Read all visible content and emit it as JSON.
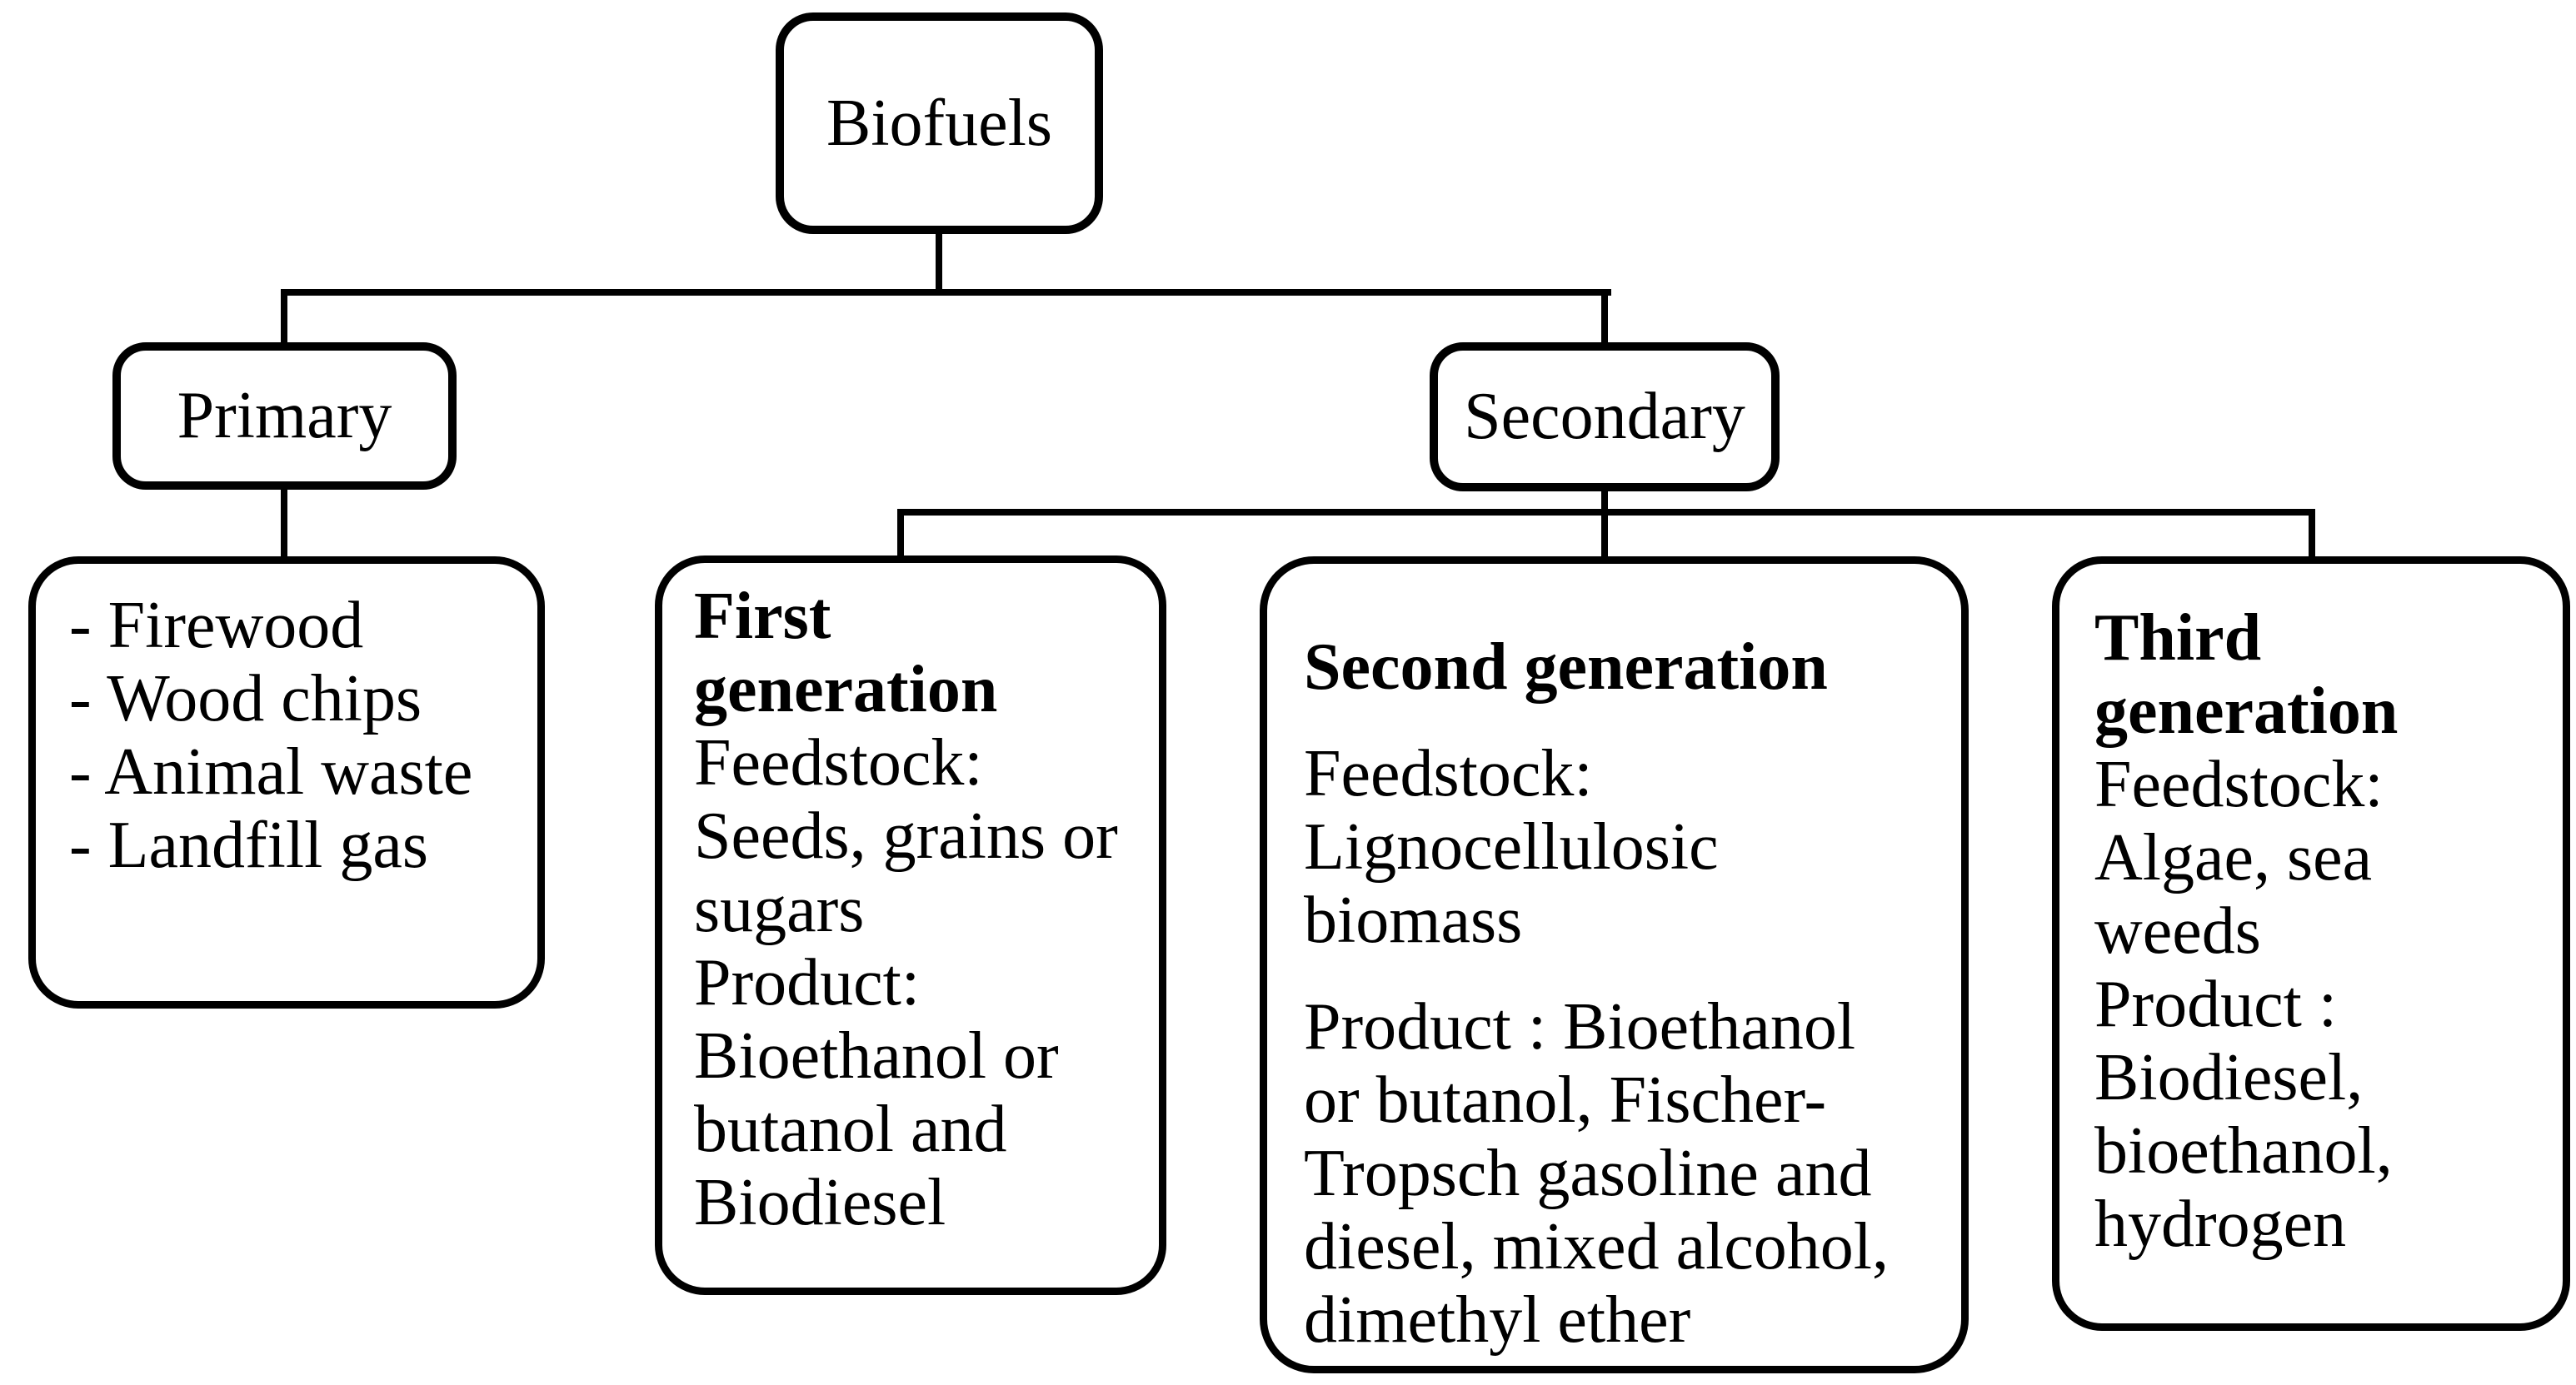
{
  "figure": {
    "background_color": "#ffffff",
    "line_color": "#000000"
  },
  "nodes": {
    "root": {
      "label": "Biofuels"
    },
    "primary": {
      "label": "Primary"
    },
    "secondary": {
      "label": "Secondary"
    },
    "primary_sources": {
      "items": [
        "- Firewood",
        "- Wood chips",
        "- Animal waste",
        "- Landfill gas"
      ]
    },
    "generations": [
      {
        "title": "First generation",
        "feedstock": "Feedstock: Seeds, grains or sugars",
        "product": "Product: Bioethanol or butanol and Biodiesel"
      },
      {
        "title": "Second generation",
        "feedstock": "Feedstock: Lignocellulosic biomass",
        "product": "Product : Bioethanol or butanol, Fischer-Tropsch gasoline and diesel, mixed alcohol, dimethyl ether"
      },
      {
        "title": "Third generation",
        "feedstock": "Feedstock: Algae, sea weeds",
        "product": "Product : Biodiesel, bioethanol, hydrogen"
      }
    ]
  }
}
